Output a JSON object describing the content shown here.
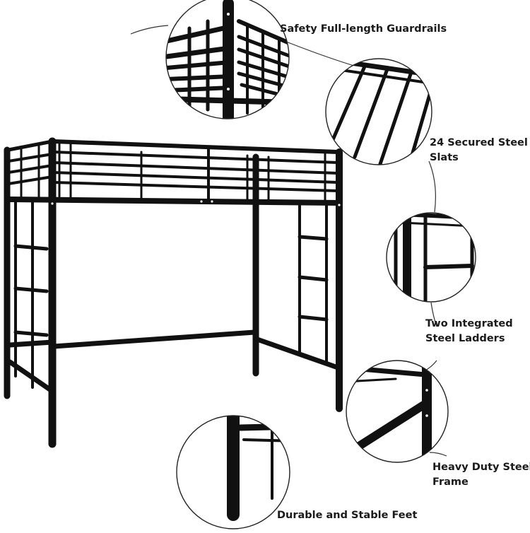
{
  "callouts": {
    "guardrails": {
      "label": "Safety Full-length Guardrails"
    },
    "slats": {
      "line1": "24 Secured Steel",
      "line2": "Slats"
    },
    "ladders": {
      "line1": "Two Integrated",
      "line2": "Steel Ladders"
    },
    "frame": {
      "line1": "Heavy Duty Steel",
      "line2": "Frame"
    },
    "feet": {
      "label": "Durable and Stable Feet"
    }
  },
  "colors": {
    "frame": "#111111",
    "leader_line": "#333333",
    "lens_border": "#222222",
    "label_text": "#1a1a1a",
    "background": "#ffffff"
  }
}
